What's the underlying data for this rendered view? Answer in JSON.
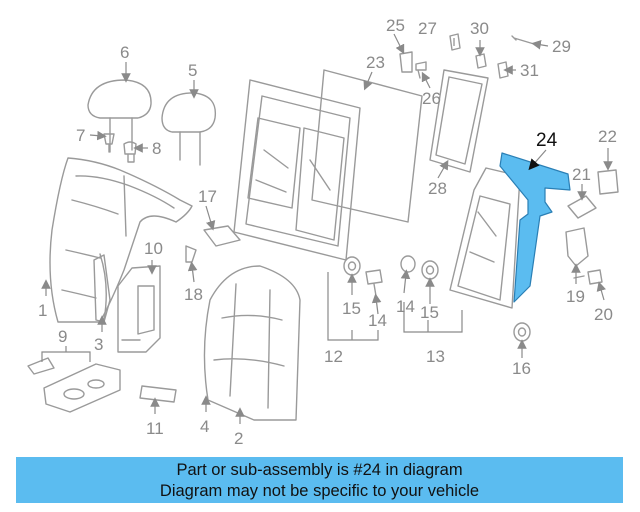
{
  "diagram": {
    "highlight_color": "#5bbcf0",
    "highlighted_part": "24",
    "callouts": {
      "c1": "1",
      "c2": "2",
      "c3": "3",
      "c4": "4",
      "c5": "5",
      "c6": "6",
      "c7": "7",
      "c8": "8",
      "c9": "9",
      "c10": "10",
      "c11": "11",
      "c12": "12",
      "c13": "13",
      "c14a": "14",
      "c14b": "14",
      "c15a": "15",
      "c15b": "15",
      "c16": "16",
      "c17": "17",
      "c18": "18",
      "c19": "19",
      "c20": "20",
      "c21": "21",
      "c22": "22",
      "c23": "23",
      "c24": "24",
      "c25": "25",
      "c26": "26",
      "c27": "27",
      "c28": "28",
      "c29": "29",
      "c30": "30",
      "c31": "31"
    }
  },
  "banner": {
    "line1": "Part or sub-assembly is #24 in diagram",
    "line2": "Diagram may not be specific to your vehicle"
  }
}
